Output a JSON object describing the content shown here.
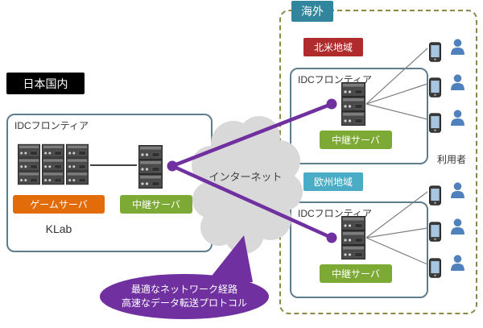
{
  "japan": {
    "region_tag": "日本国内",
    "idc_label": "IDCフロンティア",
    "game_server_tag": "ゲームサーバ",
    "relay_server_tag": "中継サーバ",
    "company_label": "KLab"
  },
  "internet": {
    "label": "インターネット"
  },
  "overseas": {
    "region_tag": "海外",
    "north_america": {
      "region_tag": "北米地域",
      "idc_label": "IDCフロンティア",
      "relay_server_tag": "中継サーバ"
    },
    "europe": {
      "region_tag": "欧州地域",
      "idc_label": "IDCフロンティア",
      "relay_server_tag": "中継サーバ"
    }
  },
  "users": {
    "label": "利用者"
  },
  "callout": {
    "line1": "最適なネットワーク経路",
    "line2": "高速なデータ転送プロトコル"
  },
  "colors": {
    "overseas_tag_bg": "#31859c",
    "japan_tag_bg": "#000000",
    "north_america_tag_bg": "#b02b2c",
    "europe_tag_bg": "#4bacc6",
    "game_server_tag_bg": "#e36c0a",
    "relay_server_tag_bg": "#7caa35",
    "connection_purple": "#7030a0",
    "idc_box_border": "#5f7d8c",
    "overseas_border": "#8a8a45",
    "cloud_fill": "#d9d9d9",
    "user_icon_blue": "#4f81bd"
  }
}
